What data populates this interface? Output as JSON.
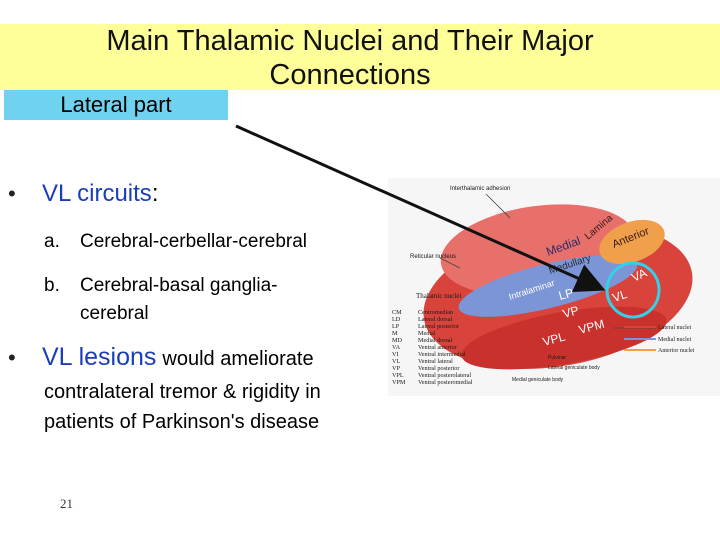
{
  "slide": {
    "title": "Main Thalamic Nuclei and Their Major Connections",
    "section_label": "Lateral part",
    "page_number": "21",
    "bullets": [
      {
        "marker": "•",
        "heading": "VL circuits",
        "suffix": ":"
      },
      {
        "marker": "•",
        "heading": "VL lesions",
        "text": "would ameliorate"
      }
    ],
    "sub_items": [
      {
        "tag": "a.",
        "text": "Cerebral-cerbellar-cerebral"
      },
      {
        "tag": "b.",
        "text": "Cerebral-basal ganglia-",
        "text2": "cerebral"
      }
    ],
    "continuation": [
      "contralateral tremor & rigidity in",
      "patients of Parkinson's disease"
    ],
    "colors": {
      "title_band": "#ffff99",
      "section_band": "#6fd3f0",
      "accent_text": "#1a3eb8",
      "highlight_ring": "#35d0e8"
    }
  },
  "figure": {
    "top_label": "Interthalamic adhesion",
    "left_label": "Reticular nucleus",
    "nuclei_header": "Thalamic nuclei",
    "right_legend": [
      "Lateral nuclei",
      "Medial nuclei",
      "Anterior nuclei"
    ],
    "bottom_labels": [
      "Pulvinar",
      "Lateral geniculate body",
      "Medial geniculate body"
    ],
    "nuclei_abbrev": [
      {
        "abbr": "CM",
        "name": "Centromedian"
      },
      {
        "abbr": "LD",
        "name": "Lateral dorsal"
      },
      {
        "abbr": "LP",
        "name": "Lateral posterior"
      },
      {
        "abbr": "M",
        "name": "Medial"
      },
      {
        "abbr": "MD",
        "name": "Medial dorsal"
      },
      {
        "abbr": "VA",
        "name": "Ventral anterior"
      },
      {
        "abbr": "VI",
        "name": "Ventral intermedial"
      },
      {
        "abbr": "VL",
        "name": "Ventral lateral"
      },
      {
        "abbr": "VP",
        "name": "Ventral posterior"
      },
      {
        "abbr": "VPL",
        "name": "Ventral posterolateral"
      },
      {
        "abbr": "VPM",
        "name": "Ventral posteromedial"
      }
    ],
    "region_labels": [
      "Medial",
      "Anterior",
      "Lamina",
      "Medullary",
      "LP",
      "VP",
      "VPL",
      "VPM",
      "VL",
      "VA",
      "Intralaminar"
    ]
  }
}
